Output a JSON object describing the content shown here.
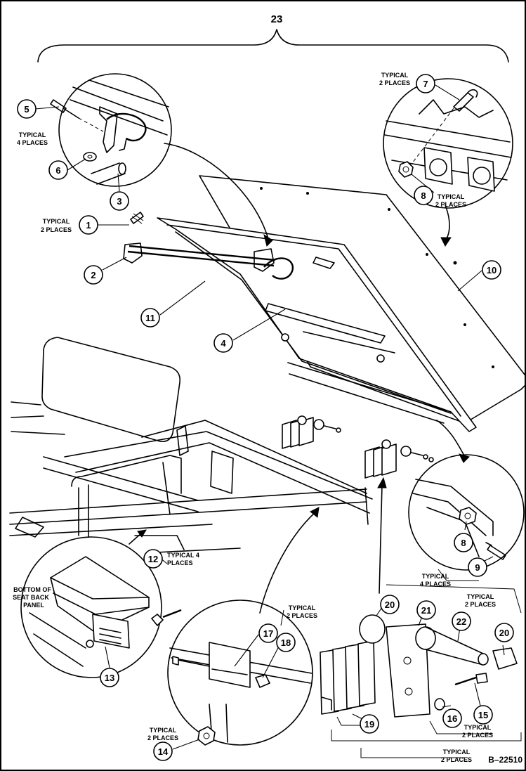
{
  "assembly": {
    "number": "23",
    "figure_code": "B–22510"
  },
  "callouts": [
    {
      "id": "c5",
      "label": "5"
    },
    {
      "id": "c6",
      "label": "6"
    },
    {
      "id": "c3",
      "label": "3"
    },
    {
      "id": "c1",
      "label": "1"
    },
    {
      "id": "c2",
      "label": "2"
    },
    {
      "id": "c11",
      "label": "11"
    },
    {
      "id": "c4",
      "label": "4"
    },
    {
      "id": "c7",
      "label": "7"
    },
    {
      "id": "c8a",
      "label": "8"
    },
    {
      "id": "c10",
      "label": "10"
    },
    {
      "id": "c8b",
      "label": "8"
    },
    {
      "id": "c9",
      "label": "9"
    },
    {
      "id": "c12",
      "label": "12"
    },
    {
      "id": "c13",
      "label": "13"
    },
    {
      "id": "c17",
      "label": "17"
    },
    {
      "id": "c18",
      "label": "18"
    },
    {
      "id": "c14",
      "label": "14"
    },
    {
      "id": "c20a",
      "label": "20"
    },
    {
      "id": "c21",
      "label": "21"
    },
    {
      "id": "c22",
      "label": "22"
    },
    {
      "id": "c20b",
      "label": "20"
    },
    {
      "id": "c16",
      "label": "16"
    },
    {
      "id": "c15",
      "label": "15"
    },
    {
      "id": "c19",
      "label": "19"
    }
  ],
  "notes": {
    "typical": "TYPICAL",
    "two_places": "2 PLACES",
    "four_places": "4 PLACES",
    "typical_4_places": "TYPICAL 4",
    "places": "PLACES",
    "bottom_of": "BOTTOM OF",
    "seat_back": "SEAT BACK",
    "panel": "PANEL"
  }
}
